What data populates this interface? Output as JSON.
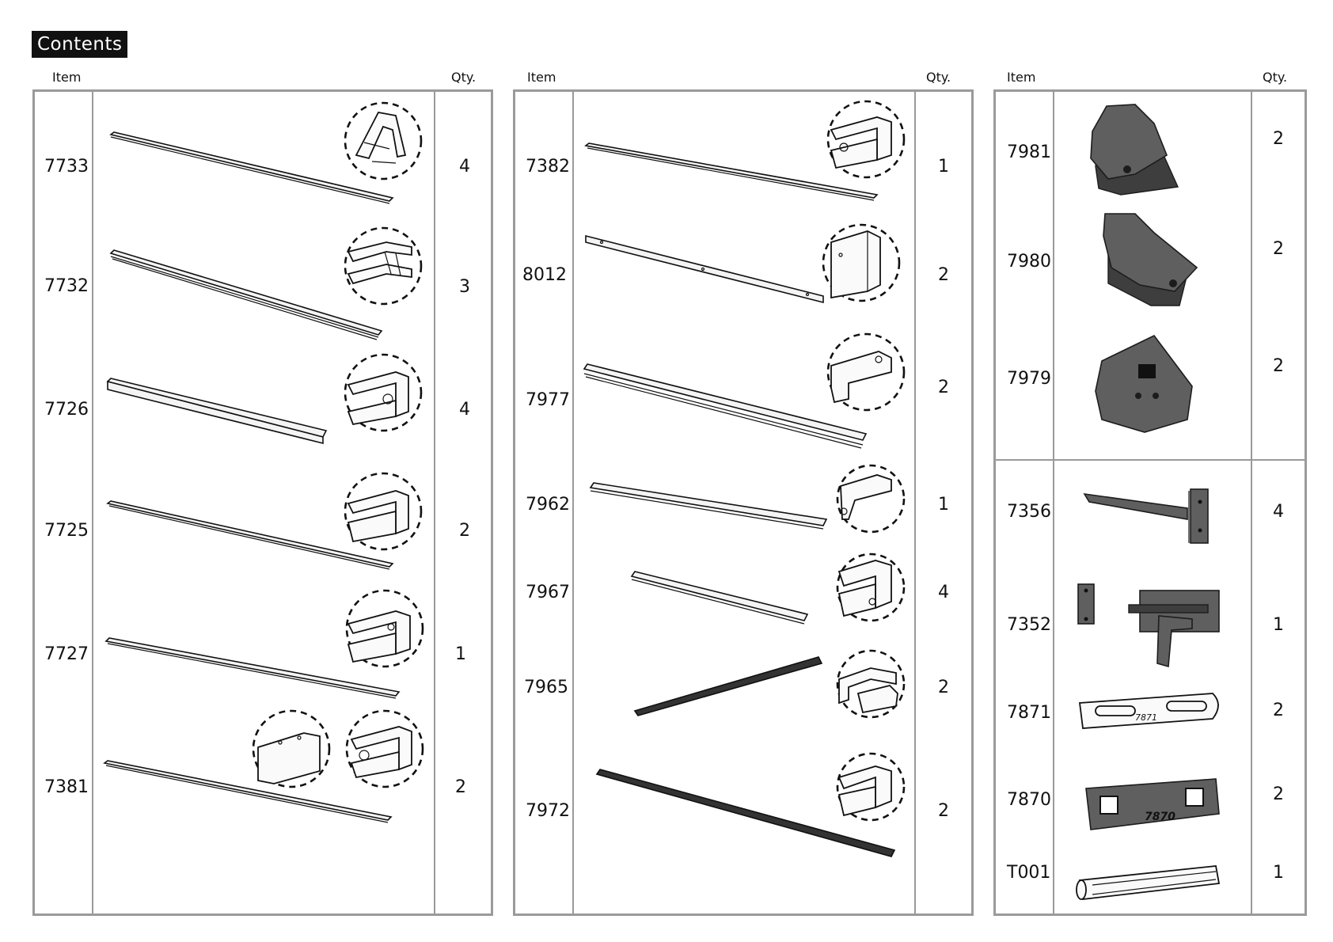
{
  "title": "Contents",
  "headers": {
    "item": "Item",
    "qty": "Qty."
  },
  "columns": [
    {
      "rows": [
        {
          "code": "7733",
          "qty": "4"
        },
        {
          "code": "7732",
          "qty": "3"
        },
        {
          "code": "7726",
          "qty": "4"
        },
        {
          "code": "7725",
          "qty": "2"
        },
        {
          "code": "7727",
          "qty": "1"
        },
        {
          "code": "7381",
          "qty": "2"
        }
      ]
    },
    {
      "rows": [
        {
          "code": "7382",
          "qty": "1"
        },
        {
          "code": "8012",
          "qty": "2"
        },
        {
          "code": "7977",
          "qty": "2"
        },
        {
          "code": "7962",
          "qty": "1"
        },
        {
          "code": "7967",
          "qty": "4"
        },
        {
          "code": "7965",
          "qty": "2"
        },
        {
          "code": "7972",
          "qty": "2"
        }
      ]
    },
    {
      "rows": [
        {
          "code": "7981",
          "qty": "2"
        },
        {
          "code": "7980",
          "qty": "2"
        },
        {
          "code": "7979",
          "qty": "2"
        },
        {
          "code": "7356",
          "qty": "4"
        },
        {
          "code": "7352",
          "qty": "1"
        },
        {
          "code": "7871",
          "qty": "2"
        },
        {
          "code": "7870",
          "qty": "2"
        },
        {
          "code": "T001",
          "qty": "1"
        }
      ]
    }
  ],
  "part_labels": {
    "bracket": "7871",
    "spanner": "7870"
  }
}
